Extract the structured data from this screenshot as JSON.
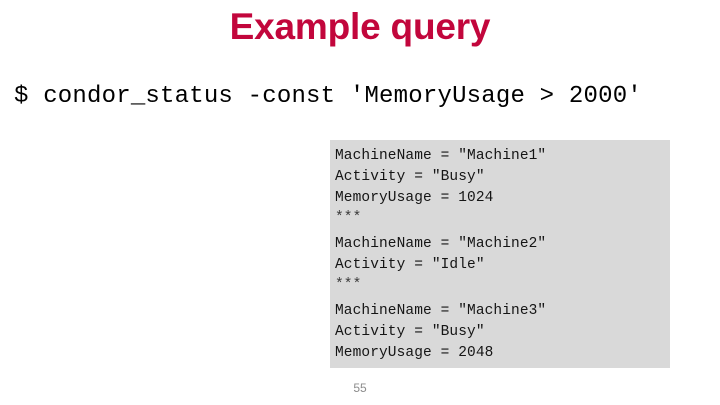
{
  "slide": {
    "title": "Example query",
    "title_color": "#c2063c",
    "page_number": "55",
    "background_color": "#ffffff"
  },
  "terminal": {
    "prompt": "$",
    "command": "condor_status -const 'MemoryUsage > 2000'",
    "command_full": "$ condor_status -const 'MemoryUsage > 2000'",
    "text_color": "#000000"
  },
  "output": {
    "panel_background": "#d9d9d9",
    "text_color": "#151515",
    "separator": "***",
    "blocks": [
      {
        "lines": [
          "MachineName = \"Machine1\"",
          "Activity = \"Busy\"",
          "MemoryUsage = 1024"
        ],
        "separator": "***",
        "machine_name": "Machine1",
        "activity": "Busy",
        "memory_usage": "1024"
      },
      {
        "lines": [
          "MachineName = \"Machine2\"",
          "Activity = \"Idle\""
        ],
        "separator": "***",
        "machine_name": "Machine2",
        "activity": "Idle",
        "memory_usage": ""
      },
      {
        "lines": [
          "MachineName = \"Machine3\"",
          "Activity = \"Busy\"",
          "MemoryUsage = 2048"
        ],
        "separator": "",
        "machine_name": "Machine3",
        "activity": "Busy",
        "memory_usage": "2048"
      }
    ]
  }
}
